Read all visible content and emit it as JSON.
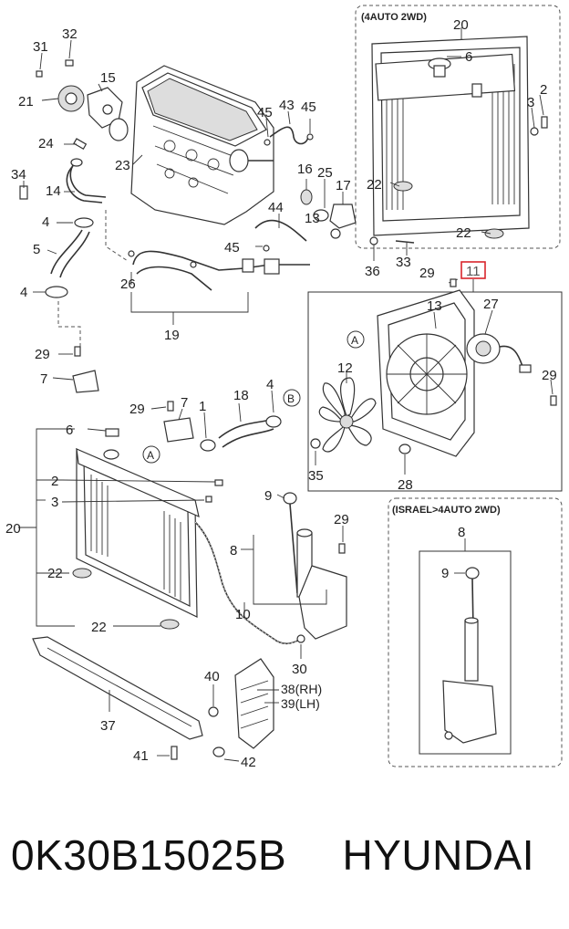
{
  "diagram": {
    "box_labels": {
      "auto_2wd": "(4AUTO 2WD)",
      "israel": "(ISRAEL>4AUTO 2WD)"
    },
    "callouts": [
      "1",
      "2",
      "3",
      "4",
      "5",
      "6",
      "7",
      "8",
      "9",
      "10",
      "11",
      "12",
      "13",
      "14",
      "15",
      "16",
      "17",
      "18",
      "19",
      "20",
      "21",
      "22",
      "23",
      "24",
      "25",
      "26",
      "27",
      "28",
      "29",
      "30",
      "31",
      "32",
      "33",
      "34",
      "35",
      "36",
      "37",
      "38",
      "39",
      "40",
      "41",
      "42",
      "43",
      "44",
      "45"
    ],
    "circle_refs": {
      "a": "A",
      "b": "B"
    },
    "side_labels": {
      "rh": "38(RH)",
      "lh": "39(LH)"
    },
    "highlighted_part": "11",
    "highlight_color": "#d9262c"
  },
  "footer": {
    "part_number": "0K30B15025B",
    "brand": "HYUNDAI"
  }
}
